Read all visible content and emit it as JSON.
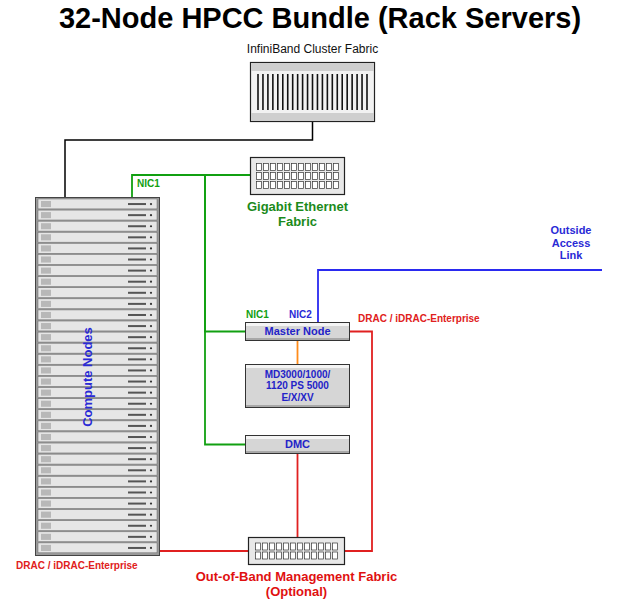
{
  "diagram": {
    "title": "32-Node HPCC Bundle (Rack Servers)",
    "nodes": [
      {
        "text": [
          "InfiniBand Cluster Fabric"
        ]
      },
      {
        "text": [
          "Gigabit Ethernet Fabric"
        ]
      },
      {
        "text": [
          "Compute Nodes"
        ]
      },
      {
        "text": [
          "Master Node"
        ]
      },
      {
        "text": [
          "MD3000/1000/ 1120 PS 5000 E/X/XV"
        ]
      },
      {
        "text": [
          "DMC"
        ]
      },
      {
        "text": [
          "Out-of-Band Management Fabric (Optional)"
        ]
      }
    ],
    "edges": [
      {
        "from": 2,
        "to": 0,
        "arrow": "none"
      },
      {
        "from": 2,
        "to": 1,
        "arrow": "none"
      },
      {
        "from": 3,
        "to": 1,
        "arrow": "none"
      },
      {
        "from": 5,
        "to": 1,
        "arrow": "none"
      },
      {
        "from": 3,
        "to": 4,
        "arrow": "none"
      },
      {
        "from": 3,
        "to": 6,
        "arrow": "none"
      },
      {
        "from": 5,
        "to": 6,
        "arrow": "none"
      },
      {
        "from": 2,
        "to": 6,
        "arrow": "none"
      }
    ],
    "labels": [
      "NIC1",
      "NIC1",
      "NIC2",
      "DRAC / iDRAC-Enterprise",
      "DRAC / iDRAC-Enterprise",
      "Outside Access Link"
    ]
  }
}
